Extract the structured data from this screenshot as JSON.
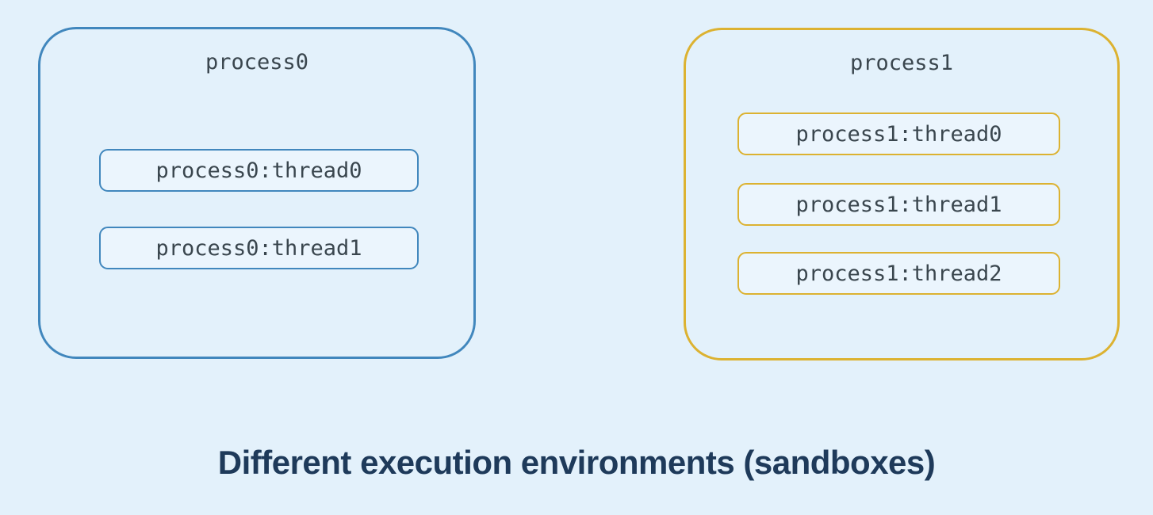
{
  "colors": {
    "bg": "#e3f1fb",
    "blue": "#4187bd",
    "gold": "#dcb231",
    "mono-text": "#3a464e",
    "caption-text": "#1e3a5a",
    "thread-fill": "#ebf5fd"
  },
  "caption": "Different execution environments (sandboxes)",
  "processes": [
    {
      "title": "process0",
      "accent_color": "#4187bd",
      "threads": [
        "process0:thread0",
        "process0:thread1"
      ]
    },
    {
      "title": "process1",
      "accent_color": "#dcb231",
      "threads": [
        "process1:thread0",
        "process1:thread1",
        "process1:thread2"
      ]
    }
  ]
}
